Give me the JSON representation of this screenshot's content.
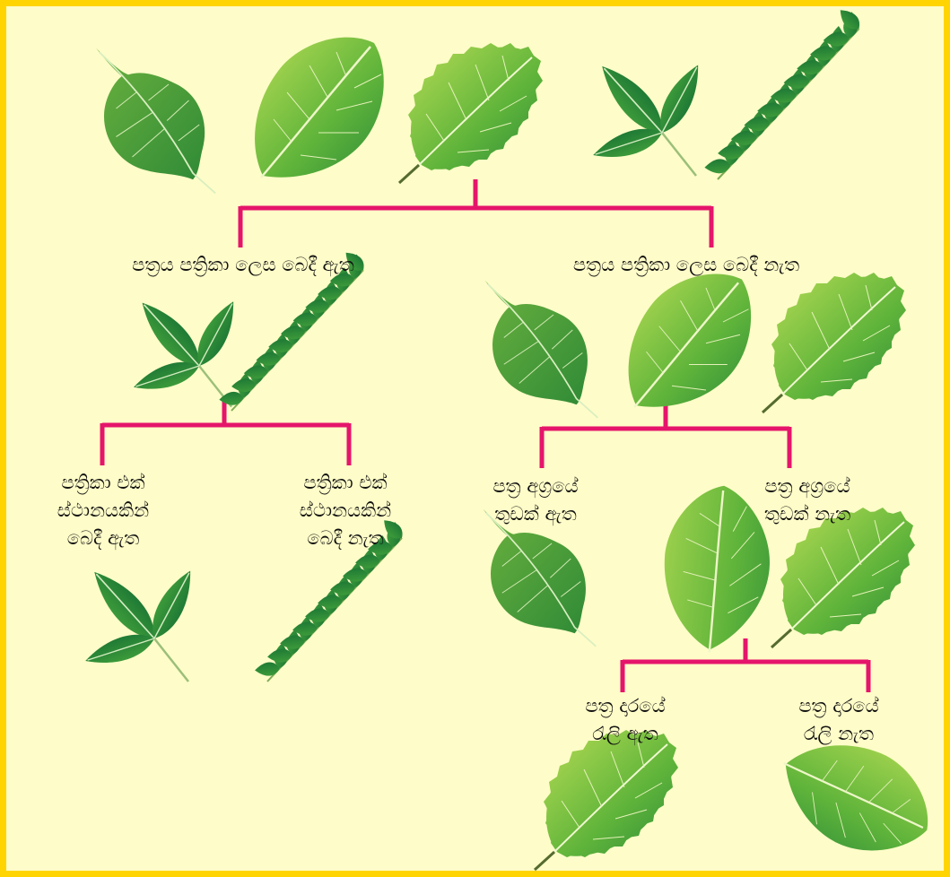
{
  "colors": {
    "border": "#ffd400",
    "background": "#fefcc8",
    "connector": "#e5156b",
    "leaf_light": "#9fd24a",
    "leaf_dark": "#2f8a36",
    "leaf_vein": "#e8f4c8"
  },
  "root": {
    "leaves": [
      "bo-leaf-icon",
      "oval-leaf-icon",
      "serrated-leaf-icon",
      "trifoliate-leaf-icon",
      "pinnate-leaf-icon"
    ]
  },
  "nodes": {
    "compound": {
      "label": "පත්‍රය පත්‍රිකා ලෙස බෙදී ඇත"
    },
    "simple": {
      "label": "පත්‍රය පත්‍රිකා ලෙස බෙදී නැත"
    },
    "one_point": {
      "lines": [
        "පත්‍රිකා එක්",
        "ස්ථානයකින්",
        "බෙදී ඇත"
      ]
    },
    "not_one_point": {
      "lines": [
        "පත්‍රිකා එක්",
        "ස්ථානයකින්",
        "බෙදී නැත"
      ]
    },
    "drip_tip": {
      "lines": [
        "පත්‍ර අග්‍රයේ",
        "තුඩක් ඇත"
      ]
    },
    "no_drip_tip": {
      "lines": [
        "පත්‍ර අග්‍රයේ",
        "තුඩක් නැත"
      ]
    },
    "serrated": {
      "lines": [
        "පත්‍ර දාරයේ",
        "රැලි ඇත"
      ]
    },
    "smooth": {
      "lines": [
        "පත්‍ර දාරයේ",
        "රැලි නැත"
      ]
    }
  }
}
